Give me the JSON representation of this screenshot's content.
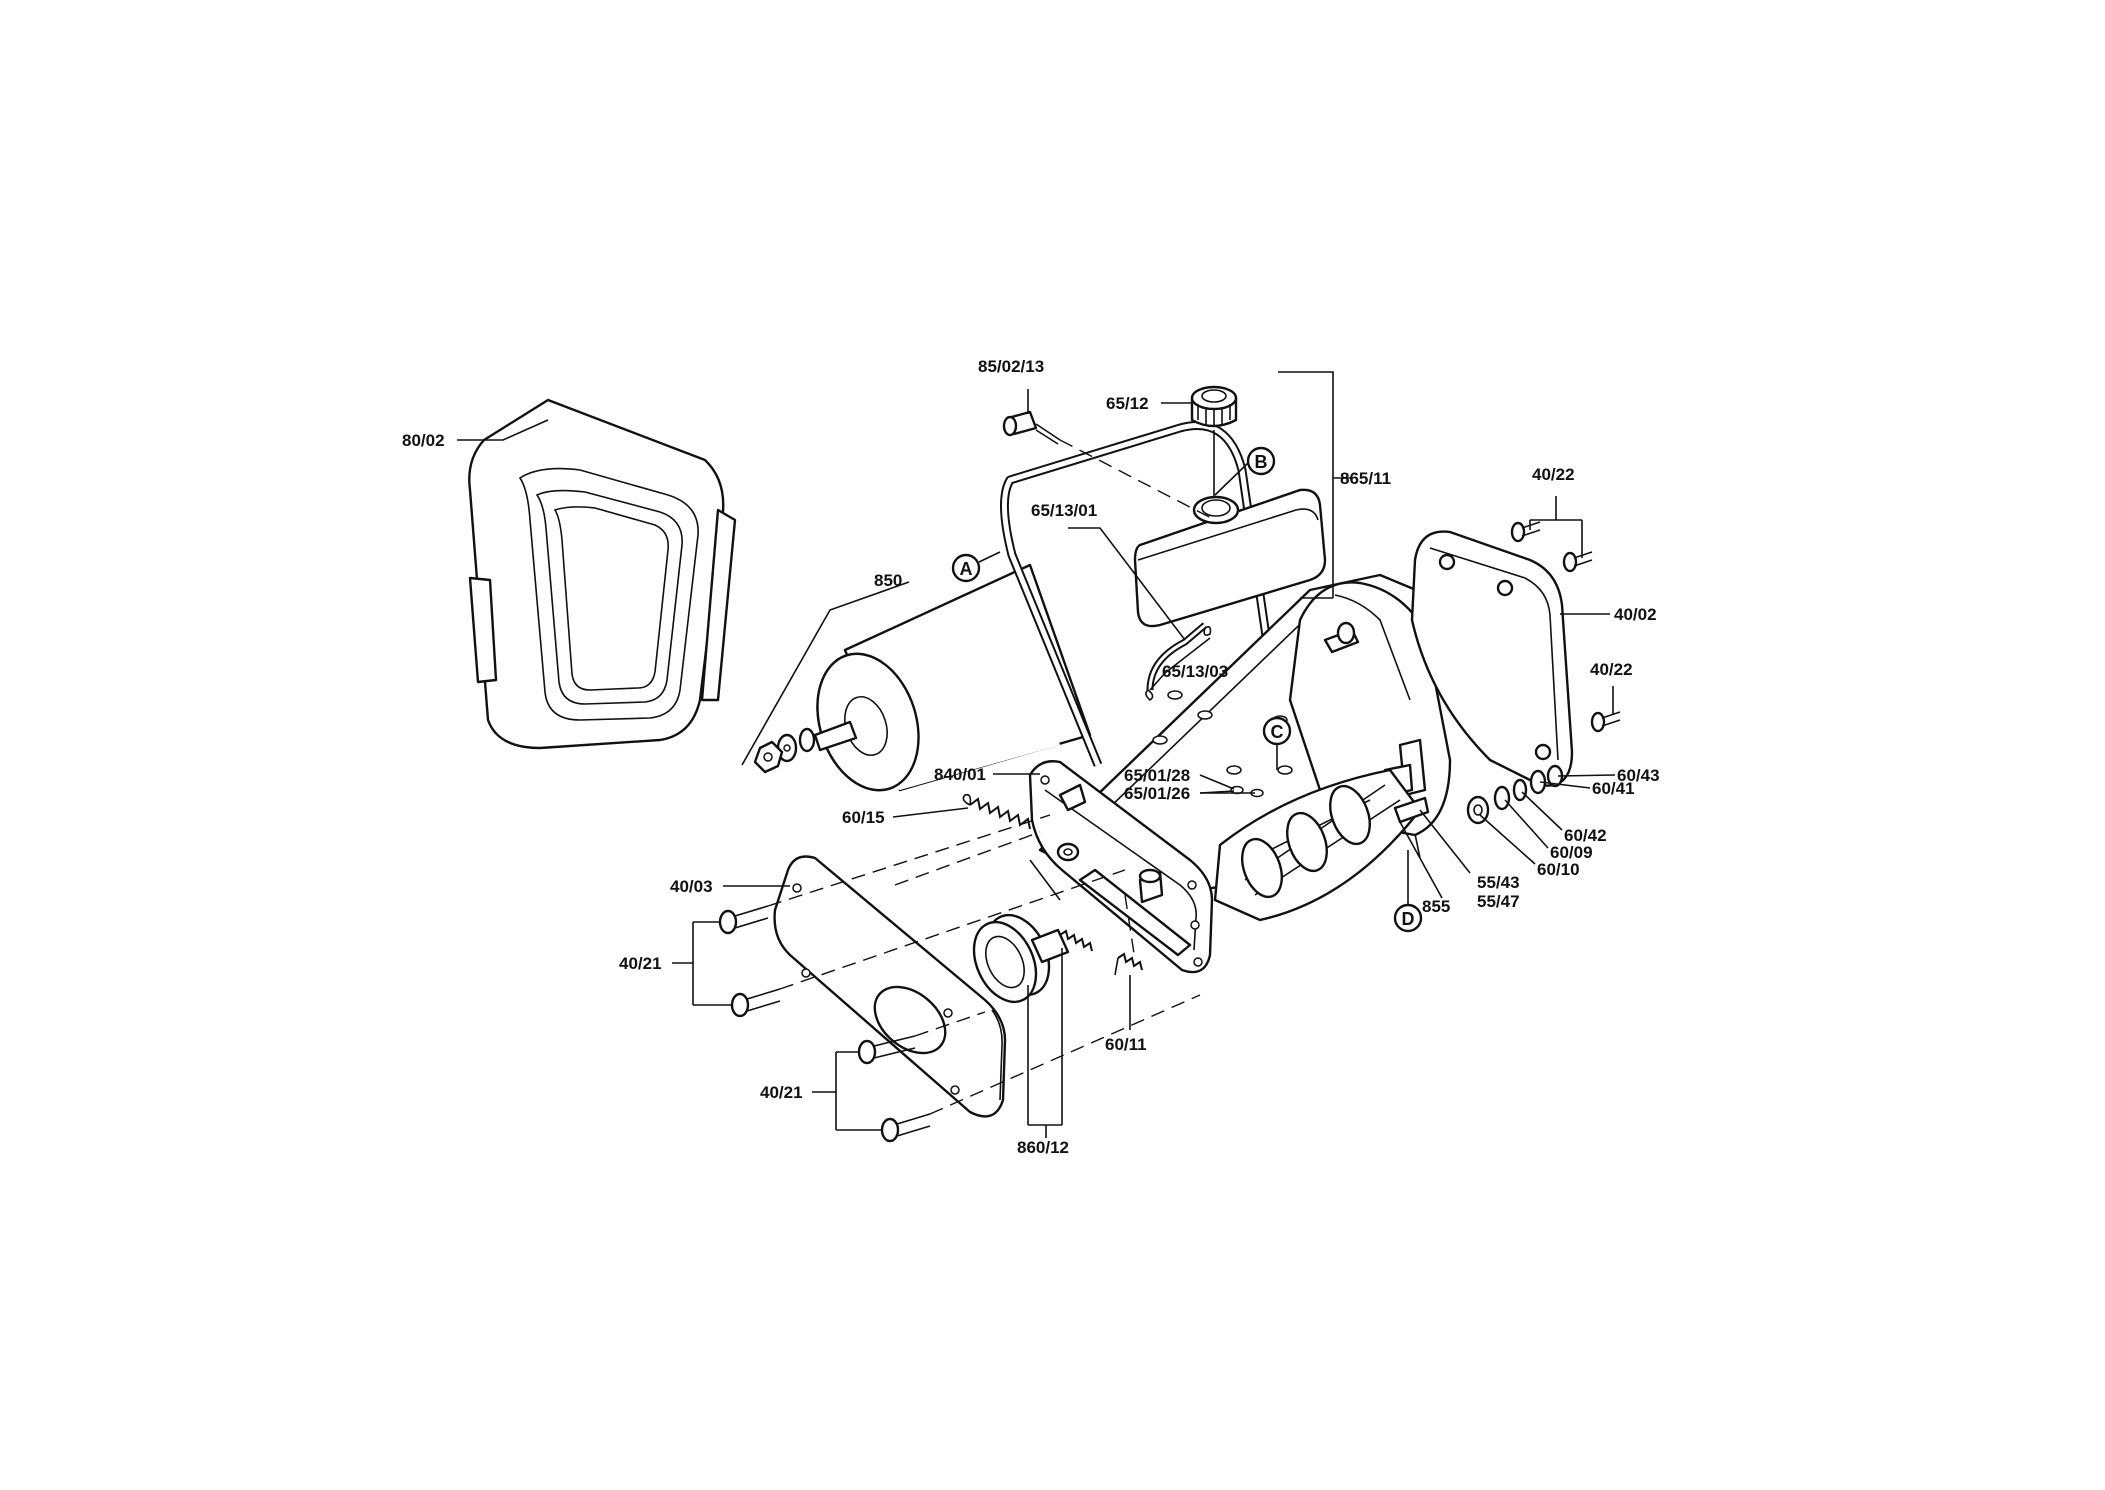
{
  "labels": {
    "l_85_02_13": "85/02/13",
    "l_65_12": "65/12",
    "l_865_11": "865/11",
    "l_80_02": "80/02",
    "l_65_13_01": "65/13/01",
    "l_850": "850",
    "l_65_13_03": "65/13/03",
    "l_40_22_top": "40/22",
    "l_40_02": "40/02",
    "l_40_22_mid": "40/22",
    "l_840_01": "840/01",
    "l_65_01_28": "65/01/28",
    "l_65_01_26": "65/01/26",
    "l_60_15": "60/15",
    "l_40_03": "40/03",
    "l_40_21_top": "40/21",
    "l_40_21_bottom": "40/21",
    "l_60_11": "60/11",
    "l_860_12": "860/12",
    "l_60_43": "60/43",
    "l_60_41": "60/41",
    "l_60_42": "60/42",
    "l_60_09": "60/09",
    "l_60_10": "60/10",
    "l_55_43": "55/43",
    "l_55_47": "55/47",
    "l_855": "855"
  },
  "callouts": {
    "a": "A",
    "b": "B",
    "c": "C",
    "d": "D"
  },
  "icons": {
    "screws": "screw-icon",
    "washers": "washer-icon",
    "springs": "spring-icon"
  },
  "colors": {
    "ink": "#111111",
    "paper": "#ffffff"
  }
}
